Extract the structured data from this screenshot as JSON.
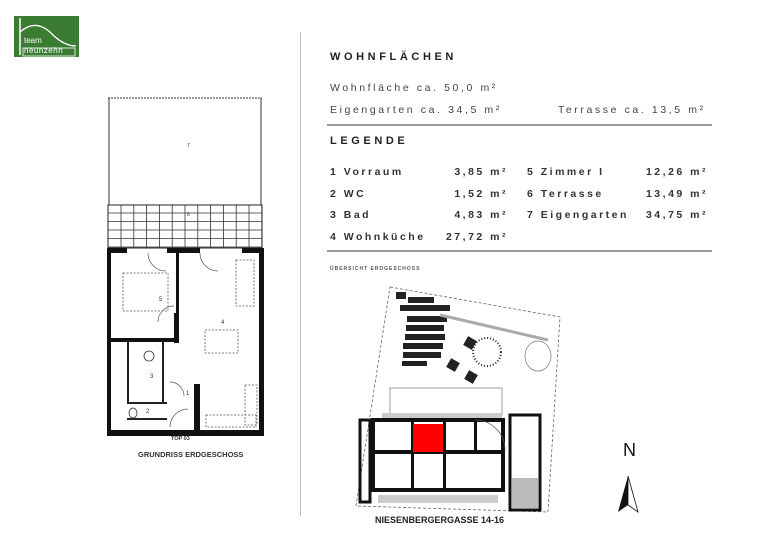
{
  "logo": {
    "line1": "team",
    "line2": "neunzehn",
    "color": "#3a7d32"
  },
  "wohnflaechen": {
    "title": "WOHNFLÄCHEN",
    "wohnflaeche": "Wohnfläche ca. 50,0 m²",
    "eigengarten": "Eigengarten ca. 34,5 m²",
    "terrasse": "Terrasse ca. 13,5 m²"
  },
  "legende": {
    "title": "LEGENDE",
    "items": [
      {
        "label": "1 Vorraum",
        "value": "3,85 m²"
      },
      {
        "label": "2 WC",
        "value": "1,52 m²"
      },
      {
        "label": "3 Bad",
        "value": "4,83 m²"
      },
      {
        "label": "4 Wohnküche",
        "value": "27,72 m²"
      },
      {
        "label": "5 Zimmer I",
        "value": "12,26 m²"
      },
      {
        "label": "6 Terrasse",
        "value": "13,49 m²"
      },
      {
        "label": "7 Eigengarten",
        "value": "34,75 m²"
      }
    ]
  },
  "floorplan": {
    "unit": "TOP 03",
    "caption": "GRUNDRISS ERDGESCHOSS",
    "room_numbers": [
      "1",
      "2",
      "3",
      "4",
      "5",
      "6",
      "7"
    ]
  },
  "siteplan": {
    "title": "ÜBERSICHT ERDGESCHOSS",
    "caption": "NIESENBERGERGASSE 14-16",
    "north": "N",
    "highlight_color": "#ff0000"
  }
}
